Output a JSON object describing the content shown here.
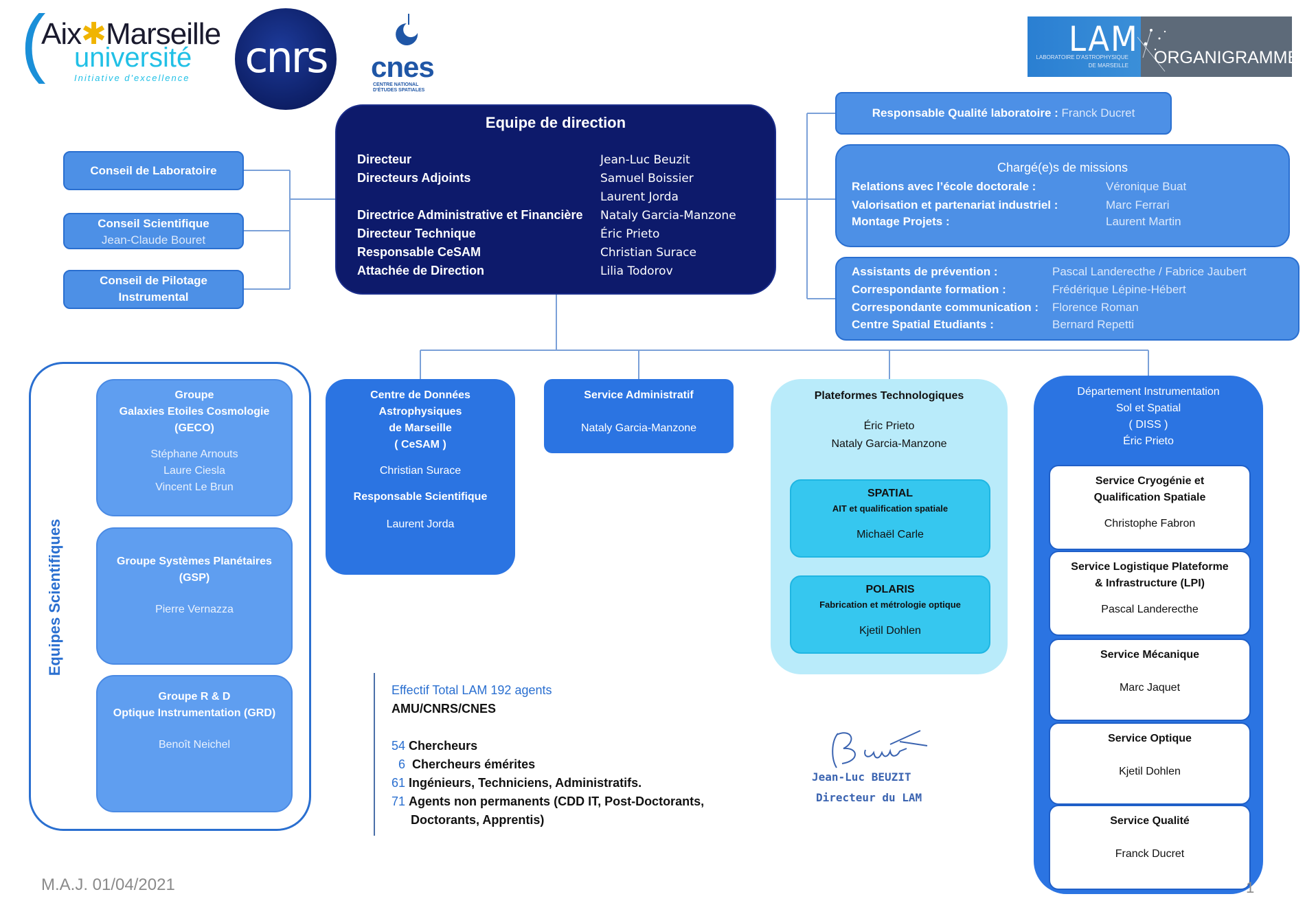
{
  "logos": {
    "amu": {
      "line1_a": "Aix",
      "line1_b": "Marseille",
      "line2": "université",
      "line3": "Initiative d'excellence"
    },
    "cnrs": "cnrs",
    "cnes": {
      "name": "cnes",
      "sub": "CENTRE NATIONAL D'ÉTUDES SPATIALES"
    },
    "lam": {
      "name": "LAM",
      "sub": "LABORATOIRE D'ASTROPHYSIQUE DE MARSEILLE",
      "banner": "ORGANIGRAMME"
    }
  },
  "direction": {
    "title": "Equipe de direction",
    "rows": [
      {
        "role": "Directeur",
        "name": "Jean-Luc Beuzit"
      },
      {
        "role": "Directeurs Adjoints",
        "name": "Samuel Boissier"
      },
      {
        "role": "",
        "name": "Laurent Jorda"
      },
      {
        "role": "Directrice Administrative et Financière",
        "name": "Nataly Garcia-Manzone"
      },
      {
        "role": "Directeur Technique",
        "name": "Éric  Prieto"
      },
      {
        "role": "Responsable CeSAM",
        "name": "Christian Surace"
      },
      {
        "role": "Attachée de Direction",
        "name": "Lilia Todorov"
      }
    ]
  },
  "left_boxes": {
    "conseil_labo": "Conseil de Laboratoire",
    "conseil_sci": {
      "title": "Conseil Scientifique",
      "name": "Jean-Claude Bouret"
    },
    "conseil_pil": {
      "line1": "Conseil de Pilotage",
      "line2": "Instrumental"
    }
  },
  "qualite": {
    "role": "Responsable Qualité laboratoire : ",
    "name": "Franck Ducret"
  },
  "missions": {
    "title": "Chargé(e)s de missions",
    "rows": [
      {
        "role": "Relations avec l’école doctorale :",
        "name": "Véronique Buat"
      },
      {
        "role": "Valorisation et partenariat industriel :",
        "name": "Marc Ferrari"
      },
      {
        "role": "Montage Projets :",
        "name": "Laurent Martin"
      }
    ]
  },
  "assistants": {
    "rows": [
      {
        "role": "Assistants de  prévention :",
        "name": "Pascal Landerecthe / Fabrice Jaubert"
      },
      {
        "role": "Correspondante formation :",
        "name": "Frédérique Lépine-Hébert"
      },
      {
        "role": "Correspondante communication :",
        "name": "Florence Roman"
      },
      {
        "role": "Centre Spatial Etudiants :",
        "name": "Bernard Repetti"
      }
    ]
  },
  "sci_label": "Equipes Scientifiques",
  "groups": {
    "geco": {
      "l1": "Groupe",
      "l2": "Galaxies Etoiles Cosmologie",
      "l3": "(GECO)",
      "p1": "Stéphane Arnouts",
      "p2": "Laure Ciesla",
      "p3": "Vincent Le Brun"
    },
    "gsp": {
      "l1": "Groupe Systèmes Planétaires",
      "l2": "(GSP)",
      "p1": "Pierre Vernazza"
    },
    "grd": {
      "l1": "Groupe R & D",
      "l2": "Optique Instrumentation (GRD)",
      "p1": "Benoît Neichel"
    }
  },
  "cesam": {
    "l1": "Centre de Données",
    "l2": "Astrophysiques",
    "l3": "de Marseille",
    "l4": "( CeSAM )",
    "p1": "Christian Surace",
    "r2": "Responsable Scientifique",
    "p2": "Laurent Jorda"
  },
  "admin": {
    "title": "Service Administratif",
    "name": "Nataly Garcia-Manzone"
  },
  "plateformes": {
    "title": "Plateformes Technologiques",
    "p1": "Éric Prieto",
    "p2": "Nataly Garcia-Manzone",
    "spatial": {
      "title": "SPATIAL",
      "sub": "AIT et qualification spatiale",
      "name": "Michaël Carle"
    },
    "polaris": {
      "title": "POLARIS",
      "sub": "Fabrication et métrologie optique",
      "name": "Kjetil Dohlen"
    }
  },
  "diss": {
    "l1": "Département Instrumentation",
    "l2": "Sol et Spatial",
    "l3": "( DISS )",
    "l4": "Éric Prieto",
    "services": [
      {
        "t1": "Service Cryogénie et",
        "t2": "Qualification Spatiale",
        "name": "Christophe Fabron"
      },
      {
        "t1": "Service Logistique Plateforme",
        "t2": "& Infrastructure (LPI)",
        "name": "Pascal Landerecthe"
      },
      {
        "t1": "Service Mécanique",
        "t2": "",
        "name": "Marc Jaquet"
      },
      {
        "t1": "Service Optique",
        "t2": "",
        "name": "Kjetil Dohlen"
      },
      {
        "t1": "Service Qualité",
        "t2": "",
        "name": "Franck Ducret"
      }
    ]
  },
  "effectif": {
    "title": "Effectif Total LAM 192 agents",
    "org": "AMU/CNRS/CNES",
    "rows": [
      {
        "n": "54",
        "label": "Chercheurs"
      },
      {
        "n": "6",
        "label": "Chercheurs émérites"
      },
      {
        "n": "61",
        "label": "Ingénieurs, Techniciens, Administratifs."
      },
      {
        "n": "71",
        "label": "Agents non permanents (CDD IT, Post-Doctorants,"
      }
    ],
    "row4_cont": "Doctorants, Apprentis)"
  },
  "signature": {
    "name": "Jean-Luc BEUZIT",
    "role": "Directeur du LAM"
  },
  "footer": {
    "maj": "M.A.J. 01/04/2021",
    "page": "1"
  }
}
